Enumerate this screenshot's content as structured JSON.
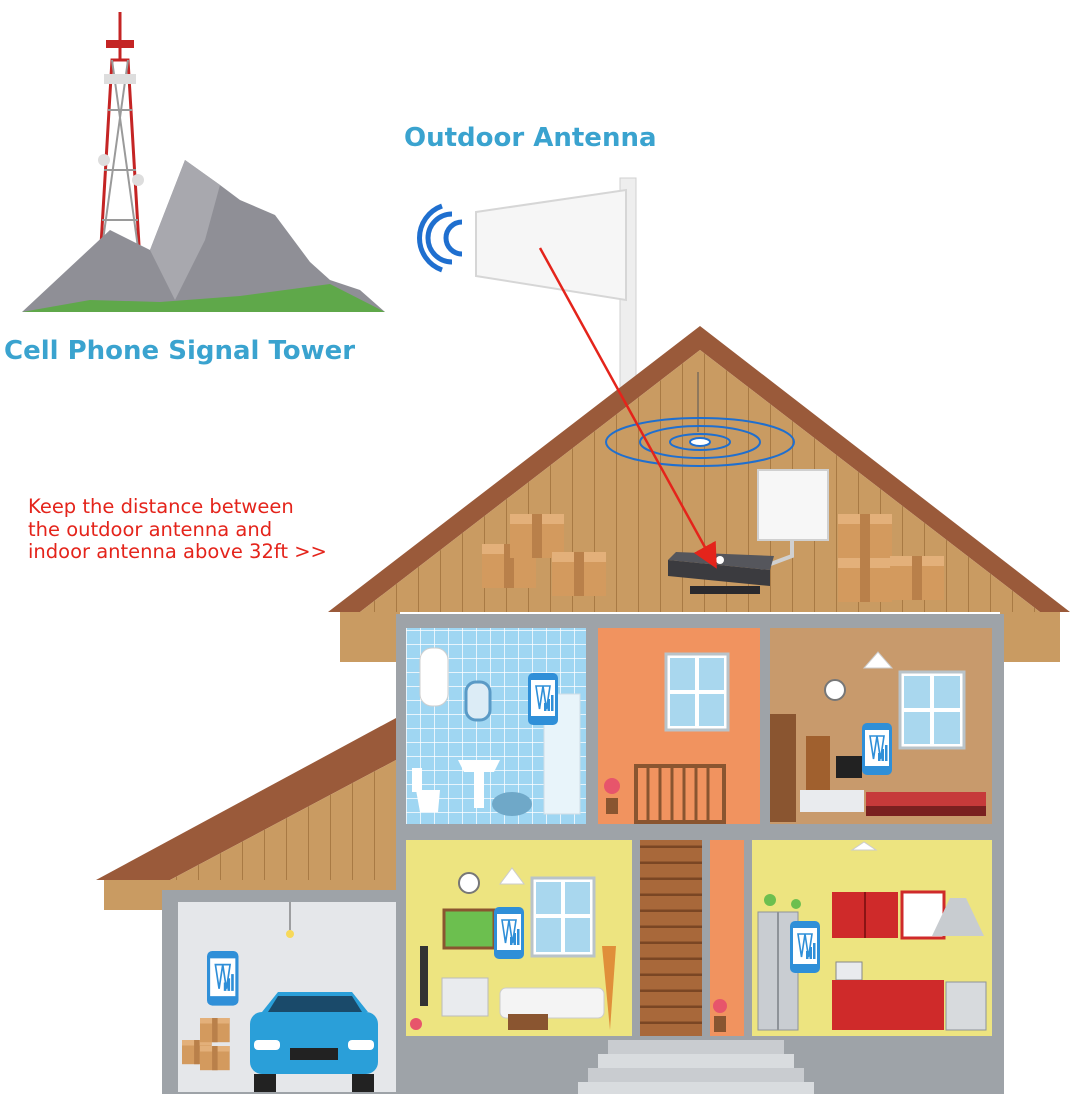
{
  "labels": {
    "tower": "Cell Phone Signal Tower",
    "outdoor_antenna": "Outdoor Antenna",
    "distance_note": [
      "Keep the distance between",
      "the outdoor antenna and",
      "indoor antenna above 32ft >>"
    ]
  },
  "colors": {
    "label_blue": "#3aa3cf",
    "note_red": "#e4241b",
    "signal_arrow": "#e4241b",
    "signal_waves": "#1f6fcf",
    "roof": "#9a5a3a",
    "attic_wood": "#c99b62",
    "house_wall": "#9ea3a8",
    "phone_blue": "#2f8fd8"
  },
  "icons": [
    "cell-tower-icon",
    "mountain-icon",
    "signal-waves-icon",
    "outdoor-antenna-icon",
    "indoor-antenna-icon",
    "booster-icon",
    "smartphone-signal-icon",
    "car-icon"
  ]
}
